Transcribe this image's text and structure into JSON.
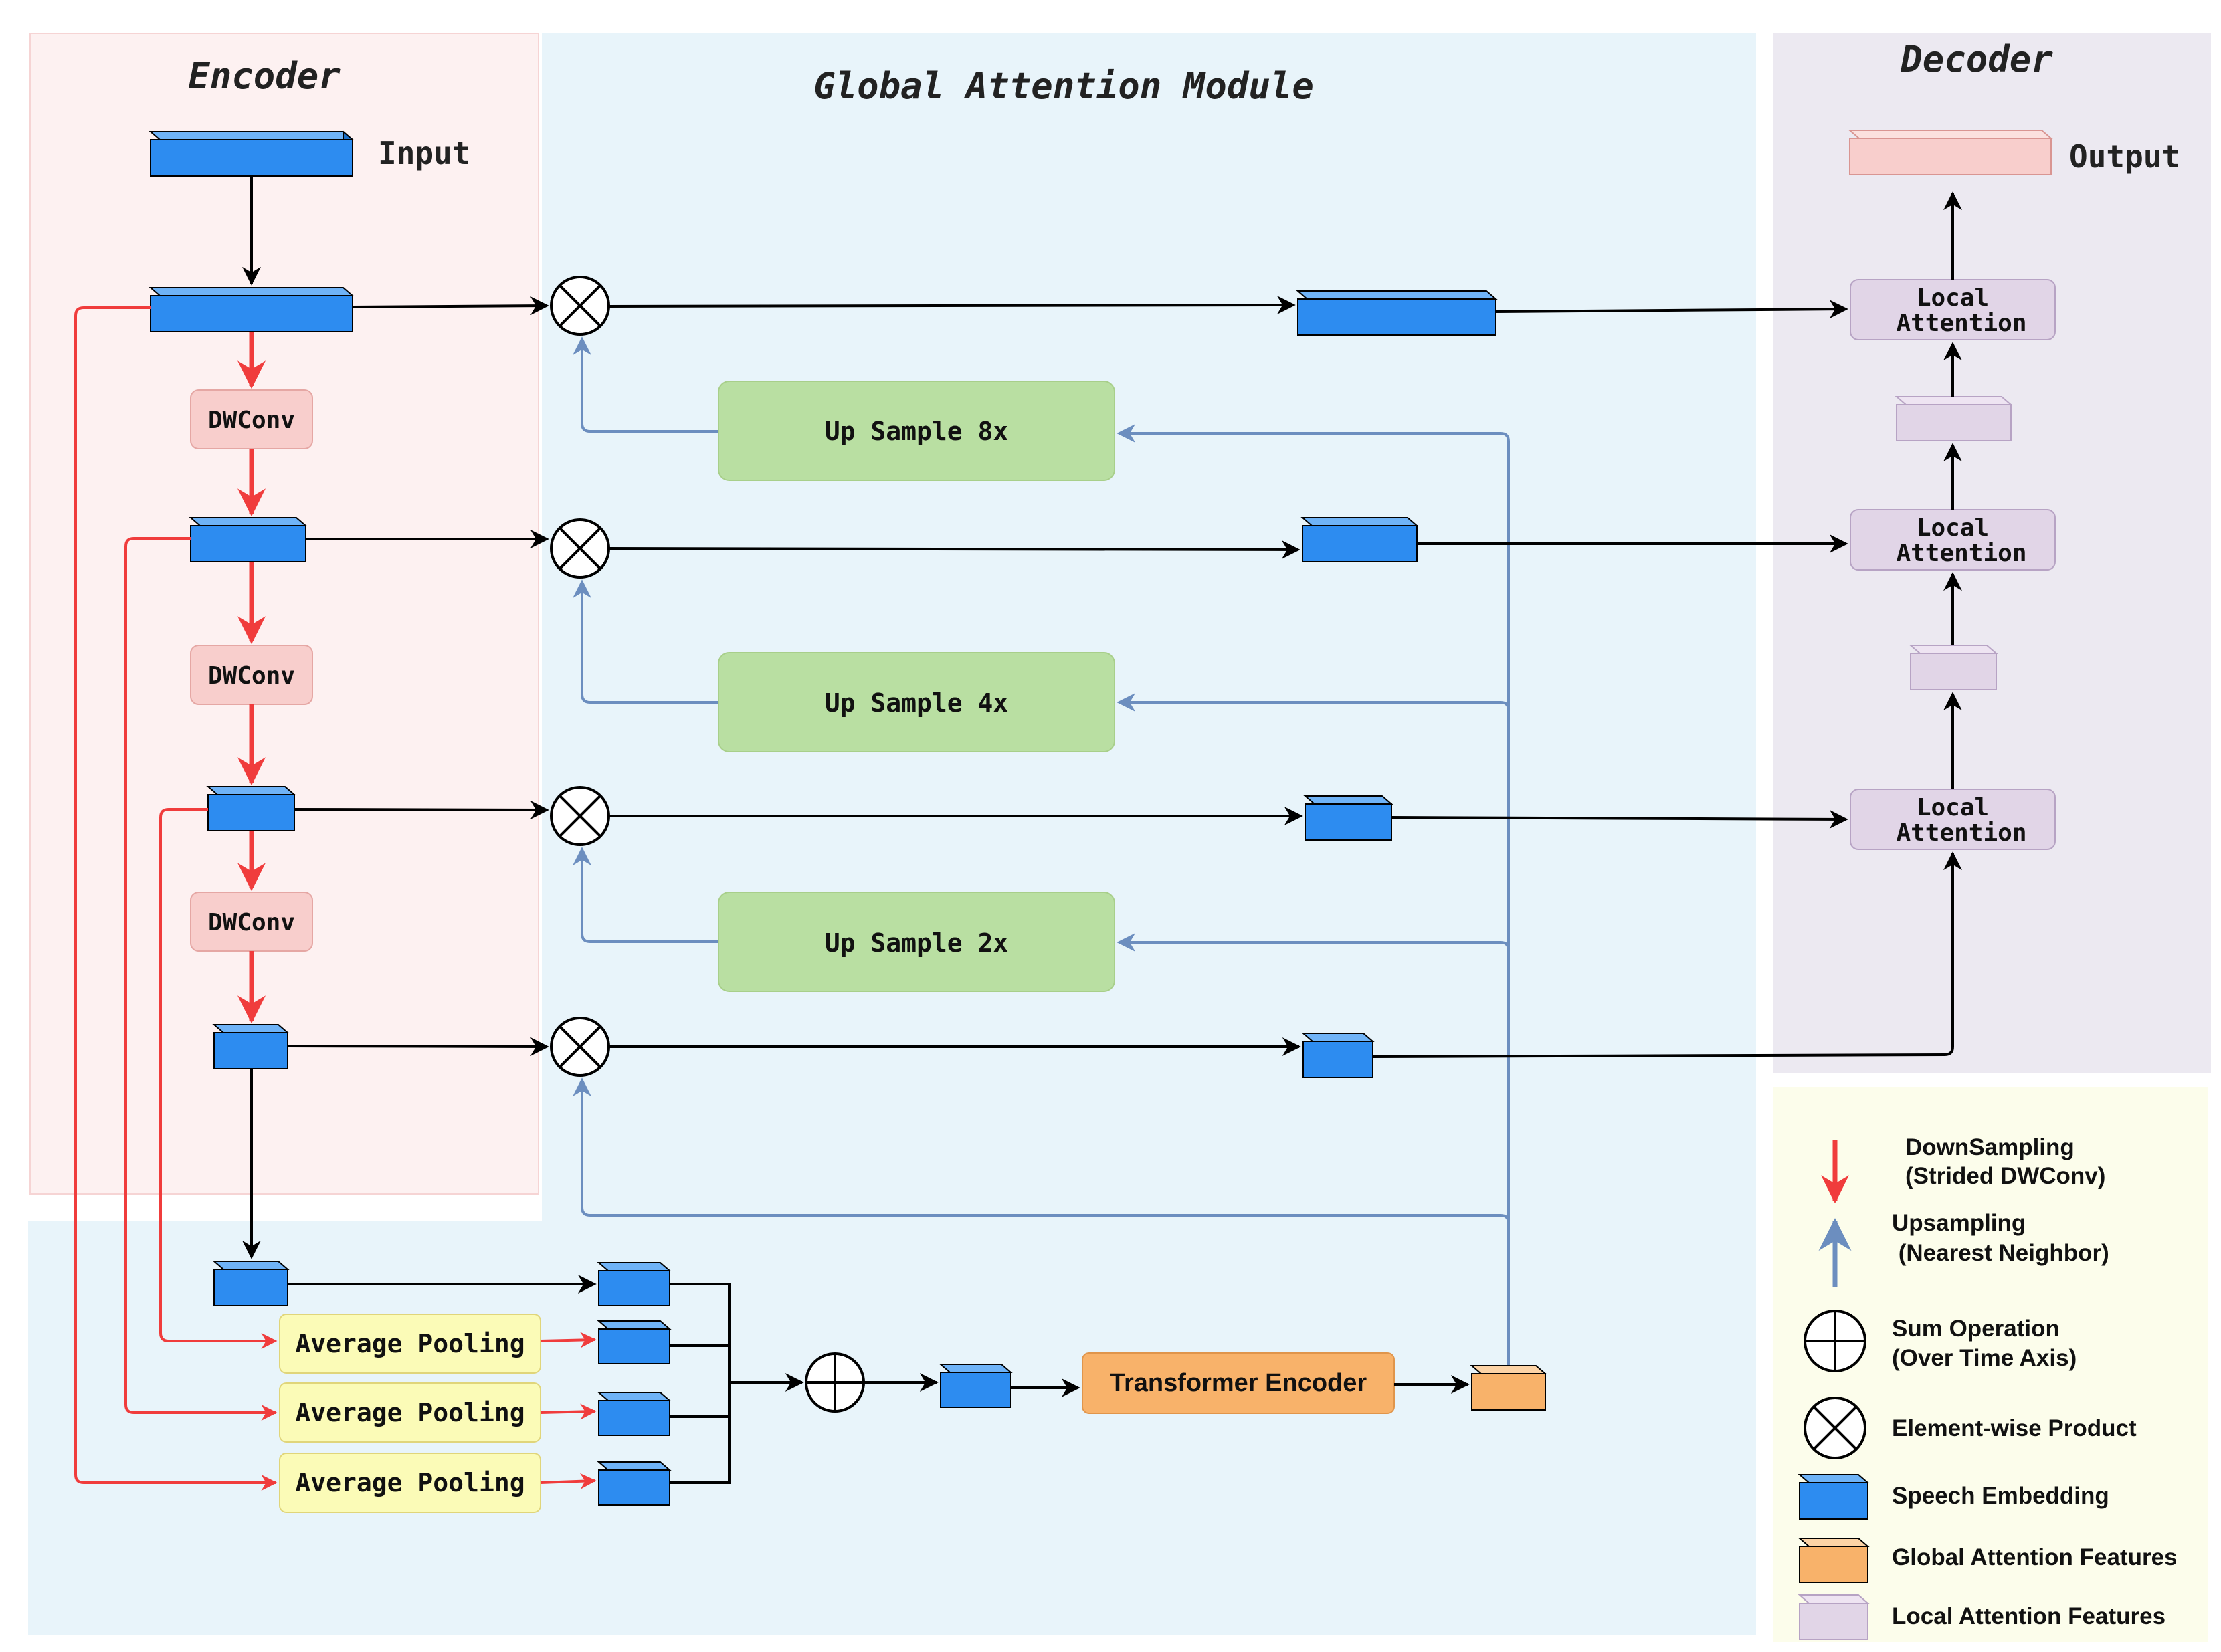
{
  "sections": {
    "encoder": "Encoder",
    "global_attention": "Global Attention Module",
    "decoder": "Decoder"
  },
  "labels": {
    "input": "Input",
    "output": "Output",
    "dwconv": "DWConv",
    "up_sample_8x": "Up Sample 8x",
    "up_sample_4x": "Up Sample 4x",
    "up_sample_2x": "Up Sample 2x",
    "local_attention_line1": "Local",
    "local_attention_line2": "Attention",
    "average_pooling": "Average Pooling",
    "transformer_encoder": "Transformer Encoder"
  },
  "legend": {
    "downsampling": [
      "DownSampling",
      "(Strided DWConv)"
    ],
    "upsampling": [
      "Upsampling",
      " (Nearest Neighbor)"
    ],
    "sum": [
      "Sum Operation",
      "(Over Time Axis)"
    ],
    "product": "Element-wise Product",
    "speech_embedding": "Speech Embedding",
    "global_features": "Global Attention Features",
    "local_features": "Local Attention Features"
  },
  "colors": {
    "encoder_bg": "#fdf1f1",
    "gam_bg": "#e8f4fa",
    "decoder_bg": "#ece9f1",
    "legend_bg": "#fcfdeb",
    "speech_embedding": "#2d8cf0",
    "global_features": "#f8b26a",
    "local_features": "#e1d5e7",
    "output_block": "#f8cecc",
    "dwconv_box": "#f8cecc",
    "upsample_box": "#b9dfa2",
    "pooling_box": "#fbfbb7",
    "transformer_box": "#f8b26a",
    "downsample_arrow": "#f03c3c",
    "upsample_arrow": "#6c8ebf",
    "flow_arrow": "#000000"
  }
}
